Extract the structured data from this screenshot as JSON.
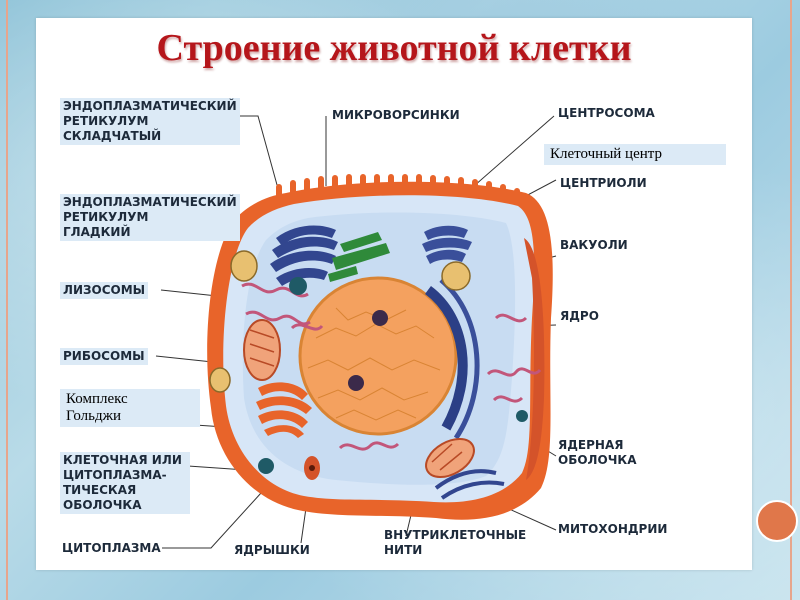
{
  "title": "Строение животной клетки",
  "labels": {
    "er_rough": "ЭНДОПЛАЗМАТИЧЕСКИЙ\nРЕТИКУЛУМ\nСКЛАДЧАТЫЙ",
    "er_smooth": "ЭНДОПЛАЗМАТИЧЕСКИЙ\nРЕТИКУЛУМ\nГЛАДКИЙ",
    "lysosomes": "ЛИЗОСОМЫ",
    "ribosomes": "РИБОСОМЫ",
    "membrane": "КЛЕТОЧНАЯ ИЛИ\nЦИТОПЛАЗМА-\nТИЧЕСКАЯ\nОБОЛОЧКА",
    "cytoplasm": "ЦИТОПЛАЗМА",
    "nucleoli": "ЯДРЫШКИ",
    "filaments": "ВНУТРИКЛЕТОЧНЫЕ\nНИТИ",
    "mitochondria": "МИТОХОНДРИИ",
    "nuclear_envelope": "ЯДЕРНАЯ\nОБОЛОЧКА",
    "nucleus": "ЯДРО",
    "vacuoles": "ВАКУОЛИ",
    "centrioles": "ЦЕНТРИОЛИ",
    "centrosome": "ЦЕНТРОСОМА",
    "microvilli": "МИКРОВОРСИНКИ"
  },
  "callouts": {
    "cell_center": "Клеточный центр",
    "golgi": "Комплекс\nГольджи"
  },
  "colors": {
    "title": "#b5161b",
    "membrane": "#e8642a",
    "cytoplasm": "#d7e6f7",
    "nucleus": "#f4a15f",
    "envelope": "#2b3f86",
    "er": "#c2567a"
  }
}
